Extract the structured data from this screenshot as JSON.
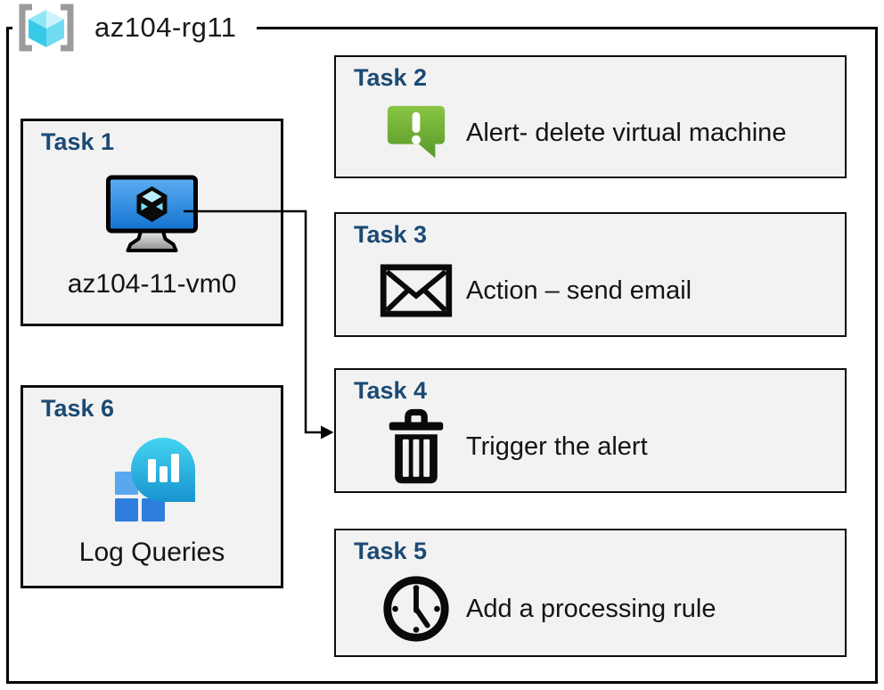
{
  "header": {
    "title": "az104-rg11",
    "icon": "resource-group-icon"
  },
  "tasks": [
    {
      "title": "Task 1",
      "label": "az104-11-vm0",
      "icon": "virtual-machine-icon"
    },
    {
      "title": "Task 2",
      "label": "Alert- delete virtual machine",
      "icon": "alert-message-icon"
    },
    {
      "title": "Task 3",
      "label": "Action – send email",
      "icon": "email-envelope-icon"
    },
    {
      "title": "Task 4",
      "label": "Trigger the alert",
      "icon": "trash-icon"
    },
    {
      "title": "Task 5",
      "label": "Add a processing rule",
      "icon": "clock-icon"
    },
    {
      "title": "Task 6",
      "label": "Log Queries",
      "icon": "log-queries-icon"
    }
  ],
  "connector": {
    "from": "task-1-vm-icon",
    "to": "task-4-box"
  },
  "colors": {
    "task_title_blue": "#1b4a74",
    "box_fill": "#f2f2f2",
    "border_black": "#000000",
    "alert_green": "#76b934",
    "vm_screen_blue": "#2e83e6",
    "log_bubble_cyan": "#2bbde8",
    "log_square_light_blue": "#57a8ef",
    "log_square_dark_blue": "#2e7fdd",
    "rg_bracket_gray": "#9b9b9b",
    "cube_cyan": "#50e6ff"
  }
}
